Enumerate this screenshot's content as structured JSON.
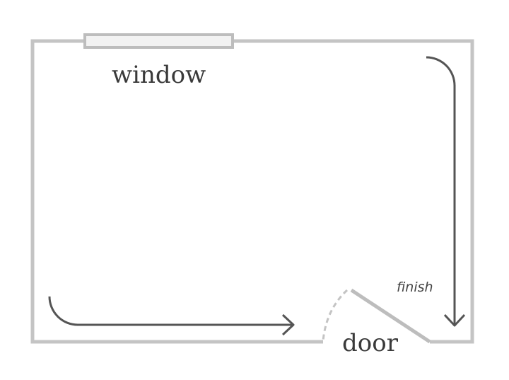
{
  "labels": {
    "window": "window",
    "door": "door",
    "finish": "finish"
  },
  "colors": {
    "wall": "#c4c4c4",
    "window_fill": "#f2f2f2",
    "path_dark": "#555555",
    "path_light": "#cfcfcf",
    "door_leaf": "#bdbdbd"
  }
}
